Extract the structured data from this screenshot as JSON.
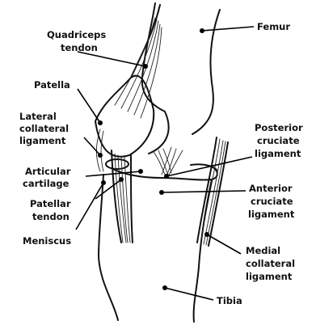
{
  "labels": {
    "quadriceps": [
      "Quadriceps",
      "tendon"
    ],
    "femur": [
      "Femur"
    ],
    "patella": [
      "Patella"
    ],
    "lateral": [
      "Lateral",
      "collateral",
      "ligament"
    ],
    "posterior": [
      "Posterior",
      "cruciate",
      "ligament"
    ],
    "articular": [
      "Articular",
      "cartilage"
    ],
    "anterior": [
      "Anterior",
      "cruciate",
      "ligament"
    ],
    "patellar": [
      "Patellar",
      "tendon"
    ],
    "meniscus": [
      "Meniscus"
    ],
    "medial": [
      "Medial",
      "collateral",
      "ligament"
    ],
    "tibia": [
      "Tibia"
    ]
  }
}
